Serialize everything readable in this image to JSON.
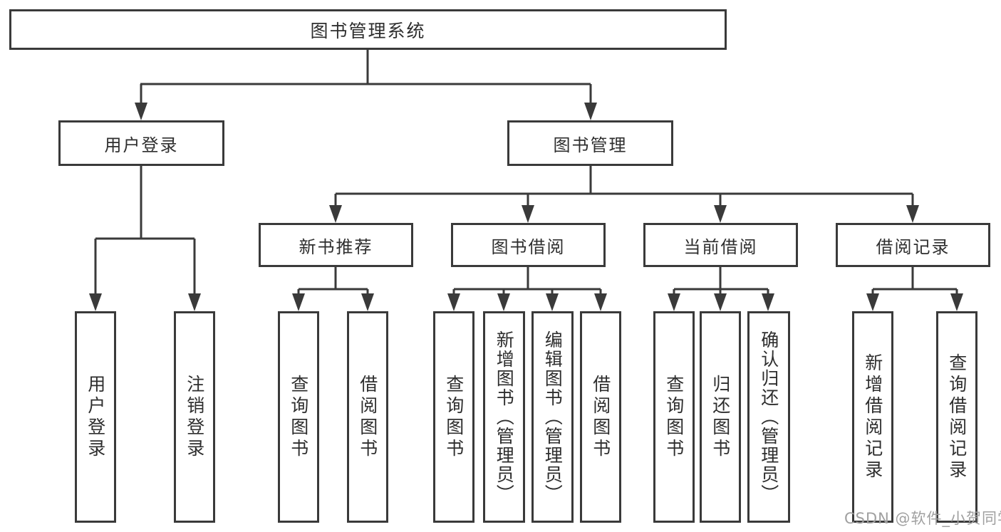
{
  "diagram_title": "图书管理系统",
  "colors": {
    "line": "#3a3a3a",
    "box_border": "#3a3a3a",
    "text": "#2e2e2e",
    "watermark": "#a0a0a0",
    "background": "#ffffff"
  },
  "tree": {
    "label": "图书管理系统",
    "children": [
      {
        "label": "用户登录",
        "children": [
          {
            "label": "用户登录"
          },
          {
            "label": "注销登录"
          }
        ]
      },
      {
        "label": "图书管理",
        "children": [
          {
            "label": "新书推荐",
            "children": [
              {
                "label": "查询图书"
              },
              {
                "label": "借阅图书"
              }
            ]
          },
          {
            "label": "图书借阅",
            "children": [
              {
                "label": "查询图书"
              },
              {
                "label": "新增图书（管理员）"
              },
              {
                "label": "编辑图书（管理员）"
              },
              {
                "label": "借阅图书"
              }
            ]
          },
          {
            "label": "当前借阅",
            "children": [
              {
                "label": "查询图书"
              },
              {
                "label": "归还图书"
              },
              {
                "label": "确认归还（管理员）"
              }
            ]
          },
          {
            "label": "借阅记录",
            "children": [
              {
                "label": "新增借阅记录"
              },
              {
                "label": "查询借阅记录"
              }
            ]
          }
        ]
      }
    ]
  },
  "watermark": "CSDN @软件_小贺同学"
}
